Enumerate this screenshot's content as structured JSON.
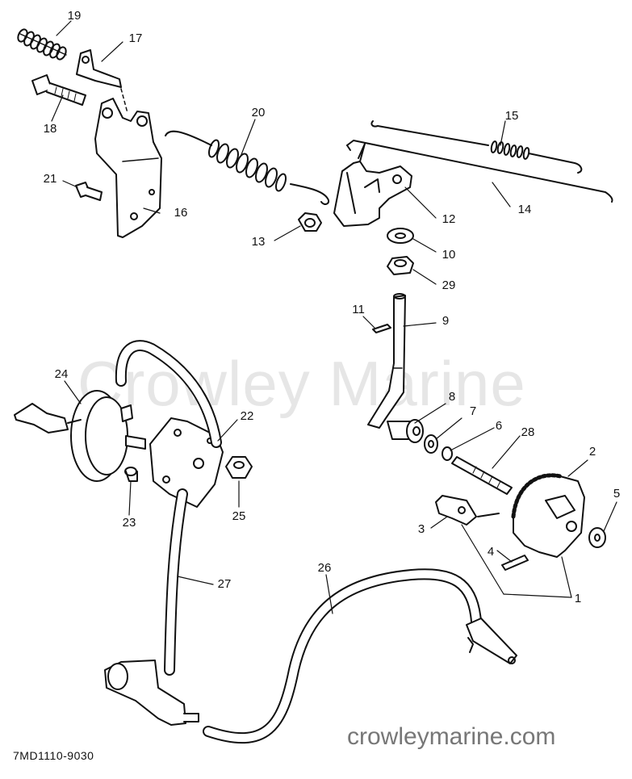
{
  "diagram": {
    "watermark": "Crowley Marine",
    "drawing_code": "7MD1110-9030",
    "site_url": "crowleymarine.com",
    "callouts": [
      {
        "id": "19",
        "label": "19"
      },
      {
        "id": "17",
        "label": "17"
      },
      {
        "id": "18",
        "label": "18"
      },
      {
        "id": "16",
        "label": "16"
      },
      {
        "id": "21",
        "label": "21"
      },
      {
        "id": "20",
        "label": "20"
      },
      {
        "id": "15",
        "label": "15"
      },
      {
        "id": "14",
        "label": "14"
      },
      {
        "id": "12",
        "label": "12"
      },
      {
        "id": "13",
        "label": "13"
      },
      {
        "id": "10",
        "label": "10"
      },
      {
        "id": "29",
        "label": "29"
      },
      {
        "id": "11",
        "label": "11"
      },
      {
        "id": "9",
        "label": "9"
      },
      {
        "id": "24",
        "label": "24"
      },
      {
        "id": "22",
        "label": "22"
      },
      {
        "id": "23",
        "label": "23"
      },
      {
        "id": "25",
        "label": "25"
      },
      {
        "id": "8",
        "label": "8"
      },
      {
        "id": "7",
        "label": "7"
      },
      {
        "id": "6",
        "label": "6"
      },
      {
        "id": "28",
        "label": "28"
      },
      {
        "id": "2",
        "label": "2"
      },
      {
        "id": "5",
        "label": "5"
      },
      {
        "id": "3",
        "label": "3"
      },
      {
        "id": "4",
        "label": "4"
      },
      {
        "id": "1",
        "label": "1"
      },
      {
        "id": "27",
        "label": "27"
      },
      {
        "id": "26",
        "label": "26"
      }
    ]
  }
}
